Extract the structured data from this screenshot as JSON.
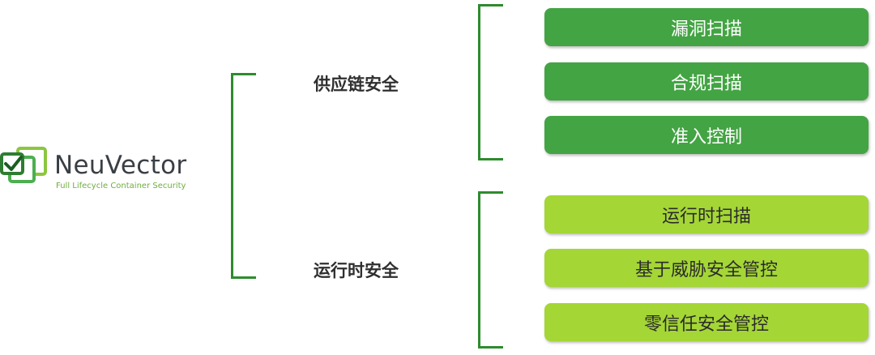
{
  "logo": {
    "name": "NeuVector",
    "tagline": "Full Lifecycle Container Security"
  },
  "colors": {
    "bracket": "#2e8b2e",
    "supply_chain_box": "#43a443",
    "runtime_box": "#a4d636",
    "logo_green": "#6fae3f"
  },
  "categories": [
    {
      "label": "供应链安全",
      "items": [
        "漏洞扫描",
        "合规扫描",
        "准入控制"
      ]
    },
    {
      "label": "运行时安全",
      "items": [
        "运行时扫描",
        "基于威胁安全管控",
        "零信任安全管控"
      ]
    }
  ]
}
